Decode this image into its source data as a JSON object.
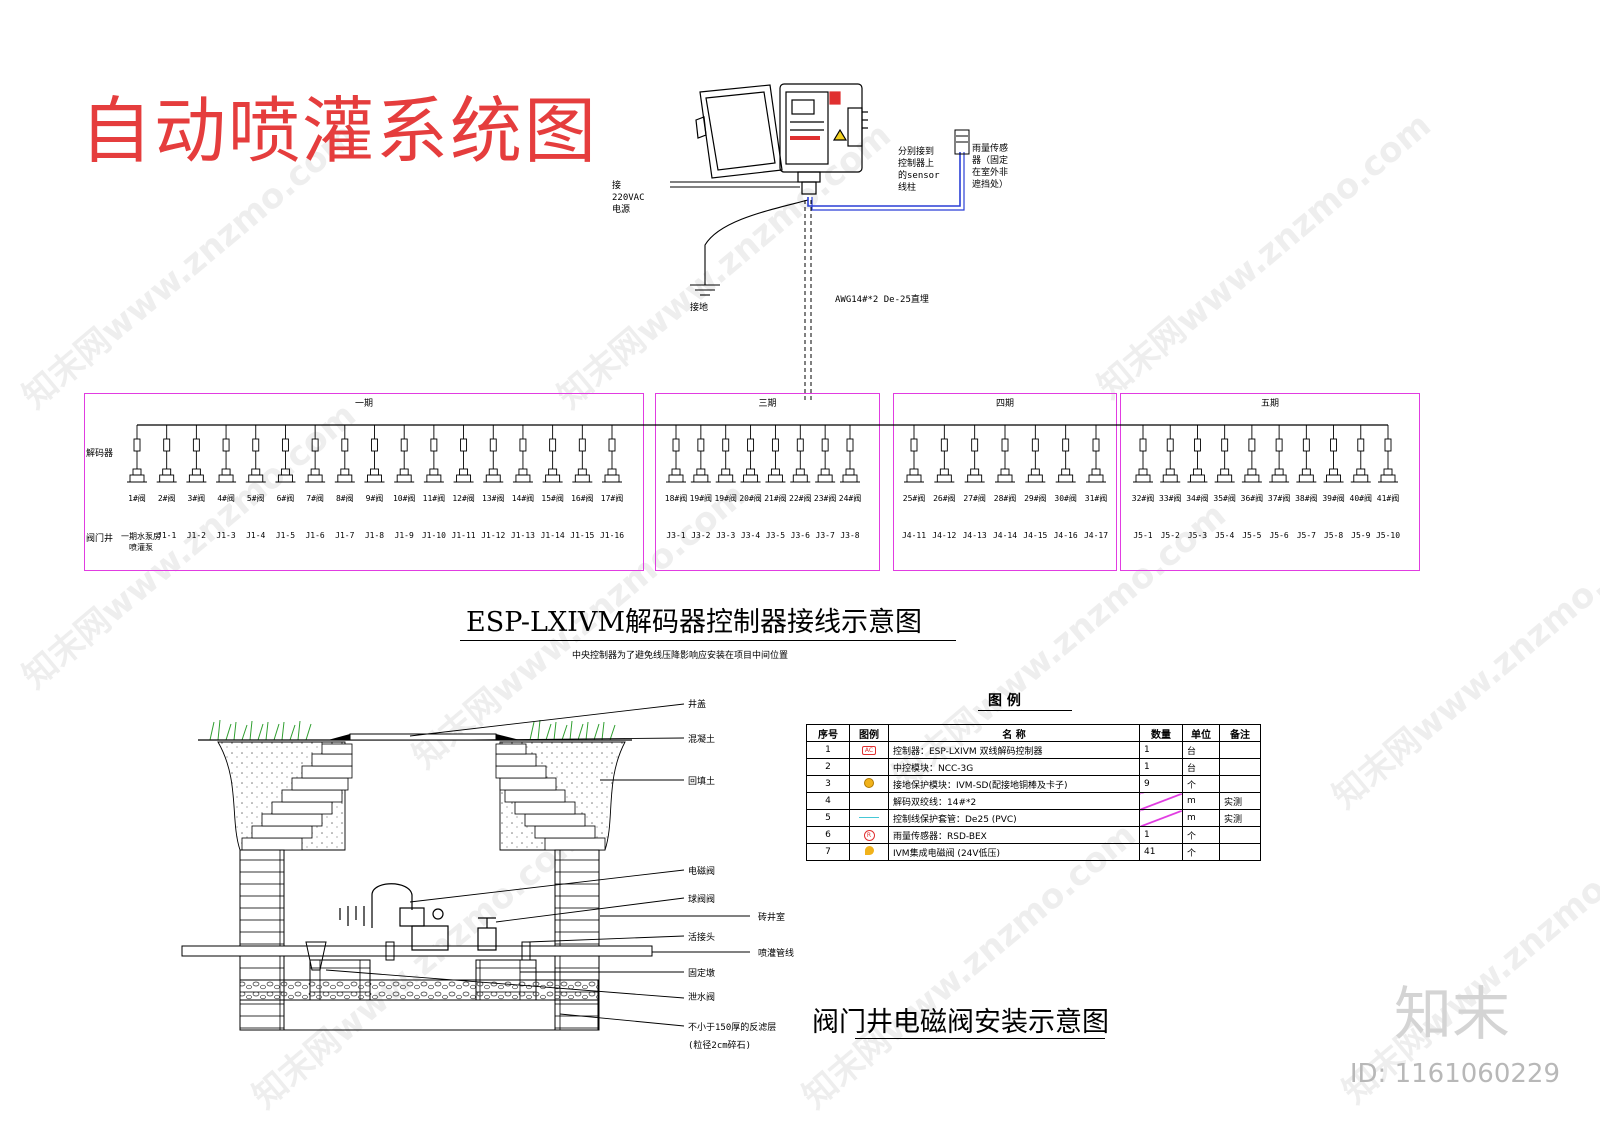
{
  "title": "自动喷灌系统图",
  "top": {
    "power": [
      "接",
      "220VAC",
      "电源"
    ],
    "ground": "接地",
    "cable": "AWG14#*2   De-25直埋",
    "sensor_wire": [
      "分别接到",
      "控制器上",
      "的sensor",
      "线柱"
    ],
    "rain_sensor": [
      "雨量传感",
      "器（固定",
      "在室外非",
      "遮挡处）"
    ]
  },
  "decoder_label": "解码器",
  "valve_well_label": "阀门井",
  "phases": [
    {
      "label": "一期",
      "valves": [
        "1#阀",
        "2#阀",
        "3#阀",
        "4#阀",
        "5#阀",
        "6#阀",
        "7#阀",
        "8#阀",
        "9#阀",
        "10#阀",
        "11#阀",
        "12#阀",
        "13#阀",
        "14#阀",
        "15#阀",
        "16#阀",
        "17#阀"
      ],
      "wells": [
        "一期水泵房喷灌泵",
        "J1-1",
        "J1-2",
        "J1-3",
        "J1-4",
        "J1-5",
        "J1-6",
        "J1-7",
        "J1-8",
        "J1-9",
        "J1-10",
        "J1-11",
        "J1-12",
        "J1-13",
        "J1-14",
        "J1-15",
        "J1-16"
      ]
    },
    {
      "label": "三期",
      "valves": [
        "18#阀",
        "19#阀",
        "19#阀",
        "20#阀",
        "21#阀",
        "22#阀",
        "23#阀",
        "24#阀"
      ],
      "wells": [
        "J3-1",
        "J3-2",
        "J3-3",
        "J3-4",
        "J3-5",
        "J3-6",
        "J3-7",
        "J3-8"
      ]
    },
    {
      "label": "四期",
      "valves": [
        "25#阀",
        "26#阀",
        "27#阀",
        "28#阀",
        "29#阀",
        "30#阀",
        "31#阀"
      ],
      "wells": [
        "J4-11",
        "J4-12",
        "J4-13",
        "J4-14",
        "J4-15",
        "J4-16",
        "J4-17"
      ]
    },
    {
      "label": "五期",
      "valves": [
        "32#阀",
        "33#阀",
        "34#阀",
        "35#阀",
        "36#阀",
        "37#阀",
        "38#阀",
        "39#阀",
        "40#阀",
        "41#阀"
      ],
      "wells": [
        "J5-1",
        "J5-2",
        "J5-3",
        "J5-4",
        "J5-5",
        "J5-6",
        "J5-7",
        "J5-8",
        "J5-9",
        "J5-10"
      ]
    }
  ],
  "wiring_caption": "ESP-LXIVM解码器控制器接线示意图",
  "wiring_note": "中央控制器为了避免线压降影响应安装在项目中间位置",
  "legend": {
    "title": "图    例",
    "headers": [
      "序号",
      "图例",
      "名          称",
      "数量",
      "单位",
      "备注"
    ],
    "rows": [
      {
        "no": "1",
        "sym": "AC",
        "name": "控制器：ESP-LXIVM 双线解码控制器",
        "qty": "1",
        "unit": "台",
        "note": ""
      },
      {
        "no": "2",
        "sym": "",
        "name": "中控模块：NCC-3G",
        "qty": "1",
        "unit": "台",
        "note": ""
      },
      {
        "no": "3",
        "sym": "",
        "name": "接地保护模块：IVM-SD(配接地铜棒及卡子)",
        "qty": "9",
        "unit": "个",
        "note": ""
      },
      {
        "no": "4",
        "sym": "",
        "name": "解码双绞线：14#*2",
        "qty": "",
        "unit": "m",
        "note": "实测"
      },
      {
        "no": "5",
        "sym": "",
        "name": "控制线保护套管：De25 (PVC)",
        "qty": "",
        "unit": "m",
        "note": "实测"
      },
      {
        "no": "6",
        "sym": "R",
        "name": "雨量传感器：RSD-BEX",
        "qty": "1",
        "unit": "个",
        "note": ""
      },
      {
        "no": "7",
        "sym": "",
        "name": "IVM集成电磁阀 (24V低压)",
        "qty": "41",
        "unit": "个",
        "note": ""
      }
    ]
  },
  "well": {
    "labels": [
      "井盖",
      "混凝土",
      "回填土",
      "电磁阀",
      "球阀阀",
      "砖井室",
      "活接头",
      "喷灌管线",
      "固定墩",
      "泄水阀",
      "不小于150厚的反滤层",
      "(粒径2cm碎石)"
    ]
  },
  "well_caption": "阀门井电磁阀安装示意图",
  "watermark": "知末网www.znzmo.com",
  "brand": "知末",
  "id_text": "ID: 1161060229",
  "colors": {
    "title": "#e53d3d",
    "phase_border": "#e13ce1",
    "sensor_wire": "#2a3fd6",
    "symbol_red": "#e03030",
    "symbol_yellow": "#f1b21a",
    "symbol_cyan": "#45c8d6"
  }
}
